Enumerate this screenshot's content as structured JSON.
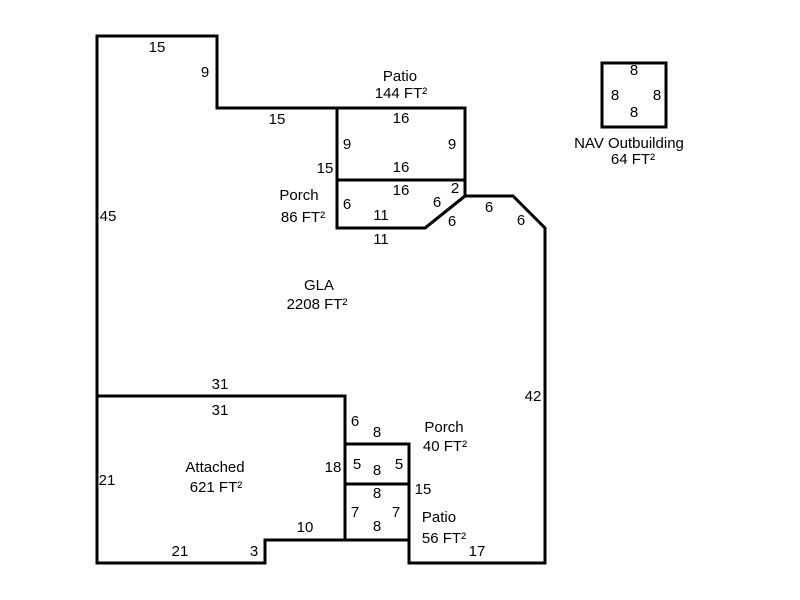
{
  "areas": {
    "gla": {
      "name": "GLA",
      "area": "2208 FT²"
    },
    "patio_top": {
      "name": "Patio",
      "area": "144 FT²"
    },
    "porch_top": {
      "name": "Porch",
      "area": "86 FT²"
    },
    "outbuilding": {
      "name": "NAV Outbuilding",
      "area": "64 FT²"
    },
    "attached": {
      "name": "Attached",
      "area": "621 FT²"
    },
    "porch_bottom": {
      "name": "Porch",
      "area": "40 FT²"
    },
    "patio_bottom": {
      "name": "Patio",
      "area": "56 FT²"
    }
  },
  "dimensions": {
    "gla_top": "15",
    "gla_step_vertical": "9",
    "gla_step_horizontal": "15",
    "gla_left": "45",
    "gla_right_of_patio": "15",
    "gla_porch_bottom": "11",
    "gla_diag_lower": "6",
    "gla_flat_right": "6",
    "gla_diag_right": "6",
    "gla_right": "42",
    "gla_above_attached": "31",
    "gla_above_porch_bottom": "6",
    "gla_right_of_porch_patio": "15",
    "gla_bottom": "17",
    "patio_top_top": "16",
    "patio_top_left": "9",
    "patio_top_right": "9",
    "patio_top_bottom": "16",
    "porch_top_top": "16",
    "porch_top_left": "6",
    "porch_top_bottom": "11",
    "porch_top_right": "2",
    "porch_top_diag": "6",
    "outbuilding_top": "8",
    "outbuilding_left": "8",
    "outbuilding_right": "8",
    "outbuilding_bottom": "8",
    "attached_top": "31",
    "attached_left": "21",
    "attached_right": "18",
    "attached_bottom": "21",
    "attached_step_vertical": "3",
    "attached_step_horizontal": "10",
    "porch_bottom_top": "8",
    "porch_bottom_left": "5",
    "porch_bottom_right": "5",
    "porch_bottom_bottom": "8",
    "patio_bottom_top": "8",
    "patio_bottom_left": "7",
    "patio_bottom_right": "7",
    "patio_bottom_bottom": "8"
  }
}
